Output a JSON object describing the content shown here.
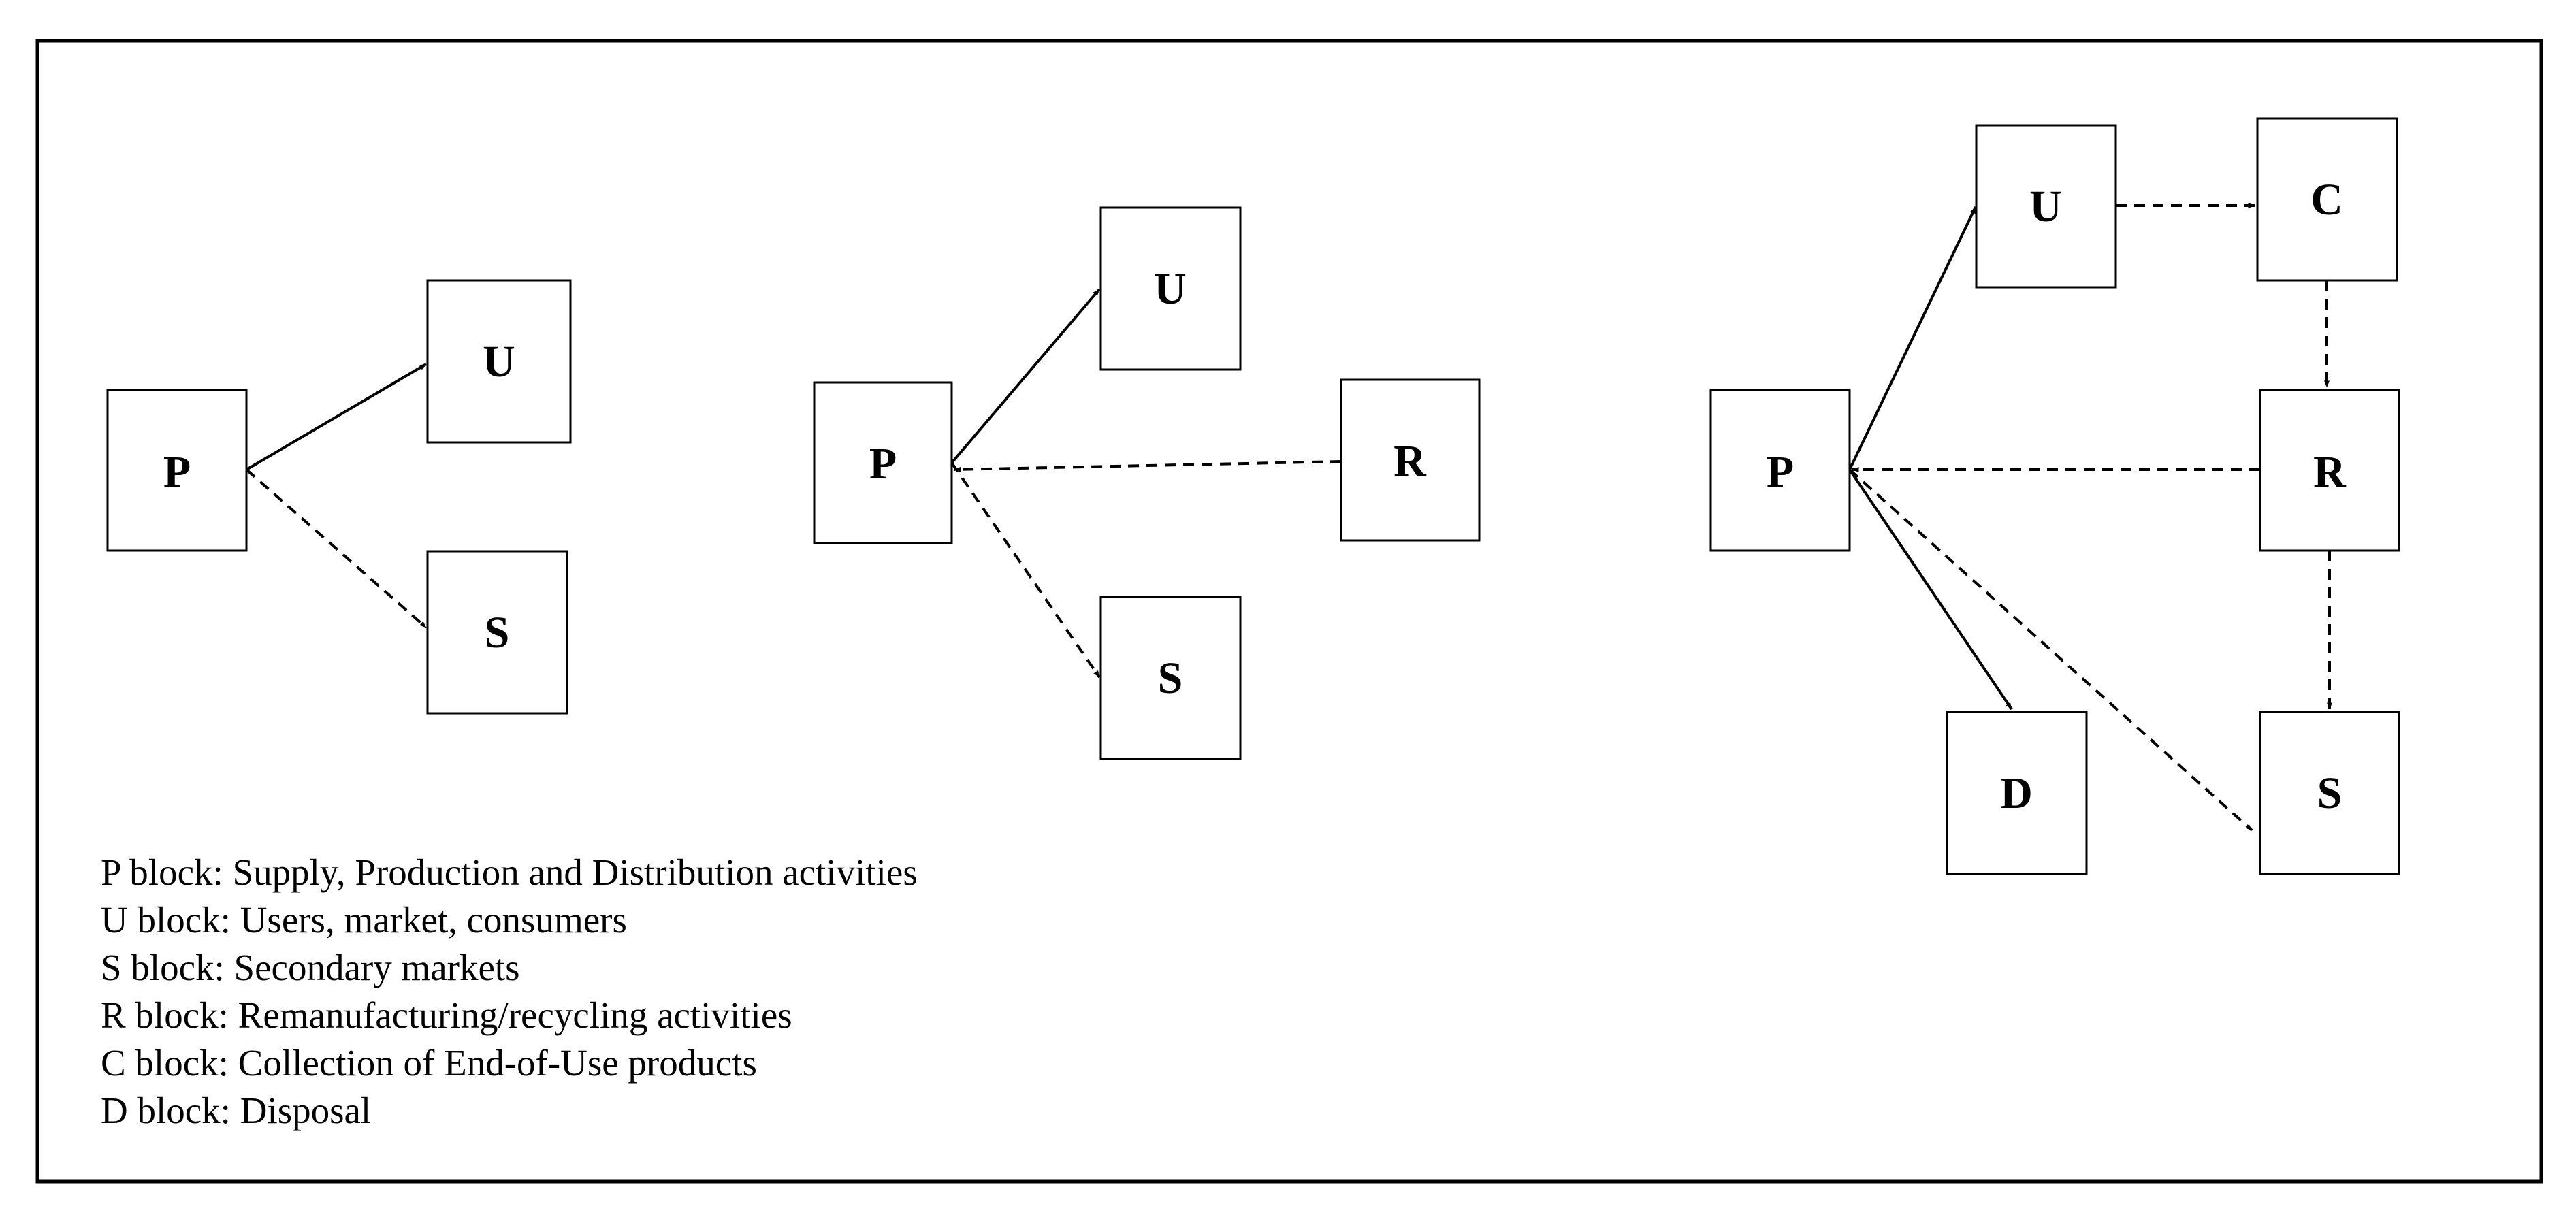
{
  "diagrams": [
    {
      "blocks": [
        {
          "id": "p",
          "label": "P"
        },
        {
          "id": "u",
          "label": "U"
        },
        {
          "id": "s",
          "label": "S"
        }
      ],
      "flows": [
        {
          "from": "p",
          "to": "u",
          "style": "solid"
        },
        {
          "from": "p",
          "to": "s",
          "style": "dashed"
        }
      ]
    },
    {
      "blocks": [
        {
          "id": "p",
          "label": "P"
        },
        {
          "id": "u",
          "label": "U"
        },
        {
          "id": "r",
          "label": "R"
        },
        {
          "id": "s",
          "label": "S"
        }
      ],
      "flows": [
        {
          "from": "p",
          "to": "u",
          "style": "solid"
        },
        {
          "from": "r",
          "to": "p",
          "style": "dashed"
        },
        {
          "from": "p",
          "to": "s",
          "style": "dashed"
        }
      ]
    },
    {
      "blocks": [
        {
          "id": "p",
          "label": "P"
        },
        {
          "id": "u",
          "label": "U"
        },
        {
          "id": "c",
          "label": "C"
        },
        {
          "id": "r",
          "label": "R"
        },
        {
          "id": "d",
          "label": "D"
        },
        {
          "id": "s",
          "label": "S"
        }
      ],
      "flows": [
        {
          "from": "p",
          "to": "u",
          "style": "solid"
        },
        {
          "from": "u",
          "to": "c",
          "style": "dashed"
        },
        {
          "from": "c",
          "to": "r",
          "style": "dashed"
        },
        {
          "from": "r",
          "to": "p",
          "style": "dashed"
        },
        {
          "from": "r",
          "to": "s",
          "style": "dashed"
        },
        {
          "from": "p",
          "to": "d",
          "style": "solid"
        },
        {
          "from": "p",
          "to": "s",
          "style": "dashed"
        }
      ]
    }
  ],
  "legend": [
    "P block: Supply, Production and Distribution activities",
    "U block: Users, market, consumers",
    "S block: Secondary markets",
    "R block: Remanufacturing/recycling activities",
    "C block: Collection of End-of-Use products",
    "D block: Disposal"
  ]
}
